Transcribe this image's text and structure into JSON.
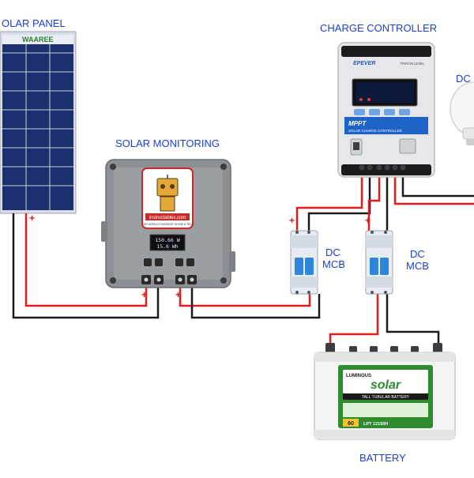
{
  "labels": {
    "solar_panel": "OLAR PANEL",
    "solar_monitoring": "SOLAR MONITORING",
    "charge_controller": "CHARGE CONTROLLER",
    "dc_load": "DC L",
    "dc_mcb_1": [
      "DC",
      "MCB"
    ],
    "dc_mcb_2": [
      "DC",
      "MCB"
    ],
    "battery": "BATTERY"
  },
  "panel": {
    "brand": "WAAREE"
  },
  "monitor": {
    "sticker_text": "instructables.com",
    "sticker_sub": "THE WORLD'S BIGGEST SHOW & TELL",
    "readout_line1": "150.66 W",
    "readout_line2": "15.6 Wh"
  },
  "controller": {
    "brand": "EPEVER",
    "model": "TRIRON1206N",
    "badge": "MPPT",
    "subtitle": "SOLAR CHARGE CONTROLLER"
  },
  "battery": {
    "brand": "LUMINOUS",
    "product": "solar",
    "tagline": "TALL TUBULAR BATTERY",
    "model": "LPT 12150H",
    "warranty": "60"
  },
  "polarity_marks": [
    "+",
    "+",
    "+",
    "+",
    "+"
  ],
  "colors": {
    "wire_positive": "#e21b1b",
    "wire_negative": "#1a1a1a",
    "label_blue": "#1a3fd4",
    "panel_cell": "#1c2f6e",
    "monitor_body": "#8c8f94",
    "battery_green": "#2e8b2e"
  }
}
